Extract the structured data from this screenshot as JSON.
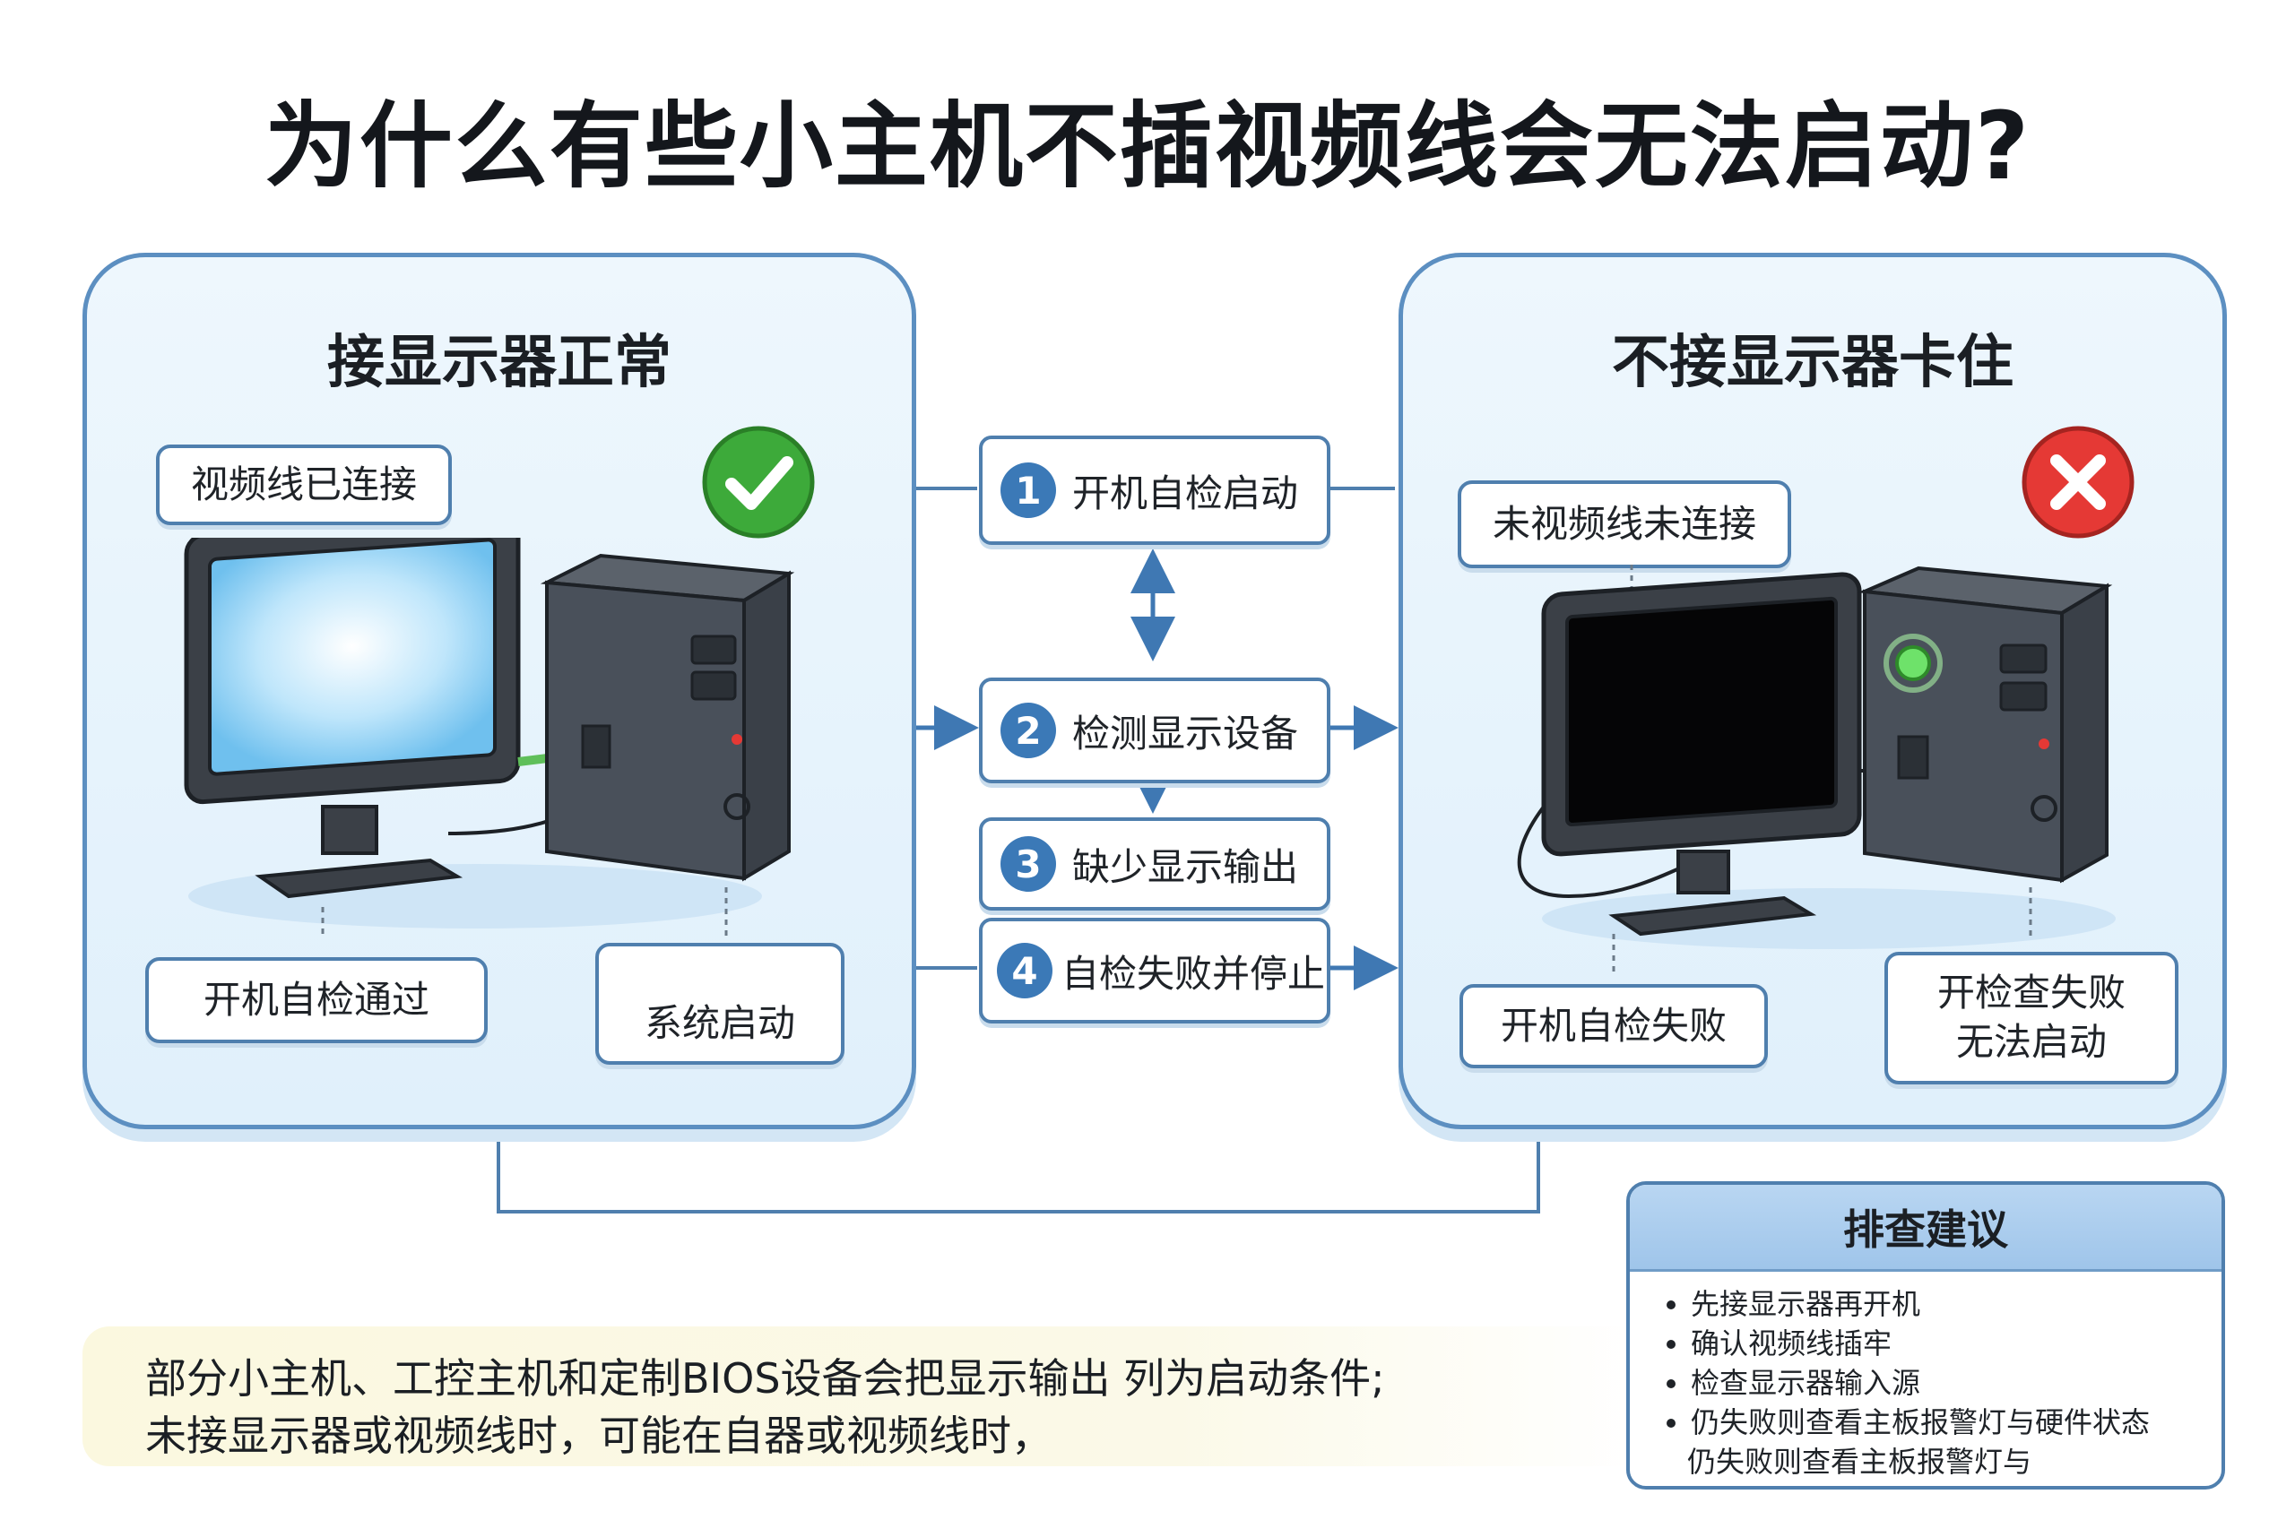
{
  "title": "为什么有些小主机不插视频线会无法启动?",
  "left_panel": {
    "title": "接显示器正常",
    "cable_label": "视频线已连接",
    "post_label": "开机自检通过",
    "boot_label": "系统启动"
  },
  "right_panel": {
    "title": "不接显示器卡住",
    "cable_label": "未视频线未连接",
    "post_label": "开机自检失败",
    "fail_label": [
      "开检查失败",
      "无法启动"
    ]
  },
  "steps": [
    {
      "num": "1",
      "label": "开机自检启动"
    },
    {
      "num": "2",
      "label": "检测显示设备"
    },
    {
      "num": "3",
      "label": "缺少显示输出"
    },
    {
      "num": "4",
      "label": "自检失败并停止"
    }
  ],
  "note": {
    "line1": "部分小主机、工控主机和定制BIOS设备会把显示输出 列为启动条件;",
    "line2": "未接显示器或视频线时，可能在自器或视频线时，"
  },
  "tips": {
    "title": "排查建议",
    "items": [
      "先接显示器再开机",
      "确认视频线插牢",
      "检查显示器输入源",
      "仍失败则查看主板报警灯与硬件状态"
    ],
    "continuation": "仍失败则查看主板报警灯与"
  },
  "colors": {
    "panel_border": "#5c8fc1",
    "step_badge": "#3b79b7",
    "ok_green": "#3daa3a",
    "error_red": "#e53935"
  }
}
